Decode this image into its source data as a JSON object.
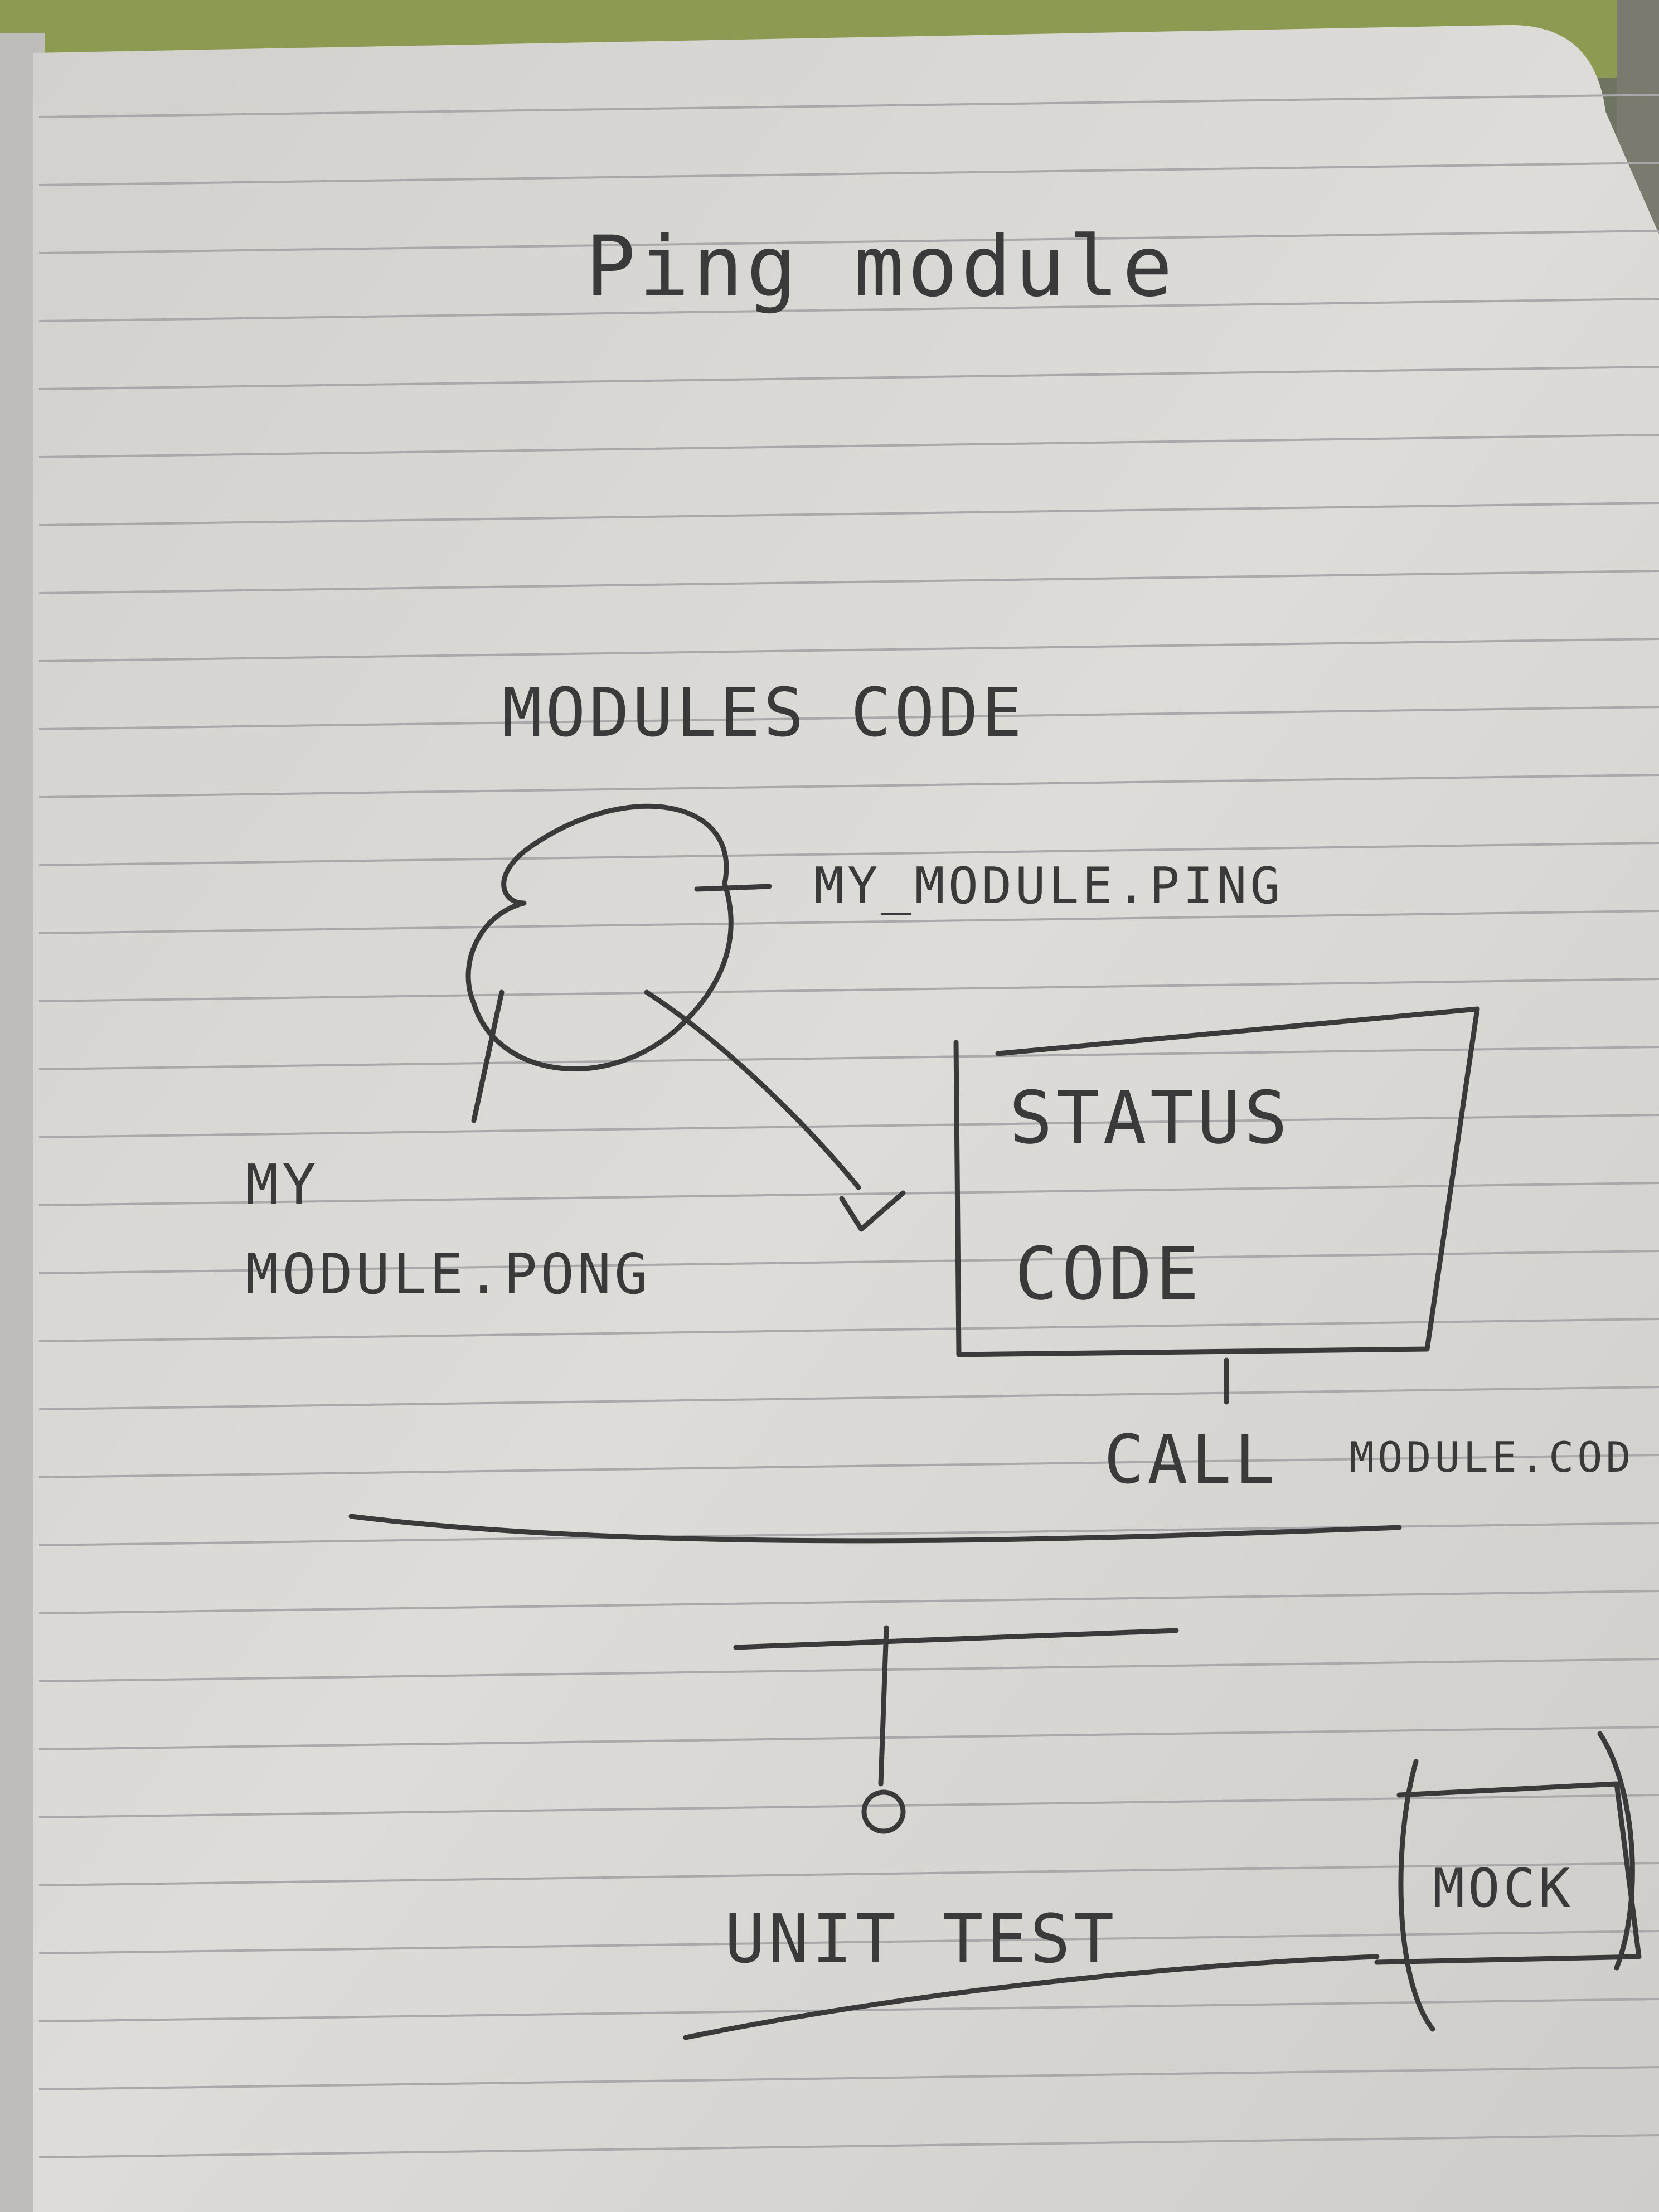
{
  "title": "Ping module",
  "section_heading": "MODULES CODE",
  "labels": {
    "ping": "MY_MODULE.PING",
    "pong": [
      "MY",
      "MODULE.PONG"
    ],
    "status_code": [
      "STATUS",
      "CODE"
    ],
    "call": "CALL",
    "module_code": "MODULE.COD",
    "unit_test": "UNIT TEST",
    "mock": "MOCK"
  },
  "colors": {
    "paper": "#dcd9d4",
    "rule_line": "#a9a8aa",
    "ink": "#3a3a3a",
    "background": "#8a8f7f"
  }
}
